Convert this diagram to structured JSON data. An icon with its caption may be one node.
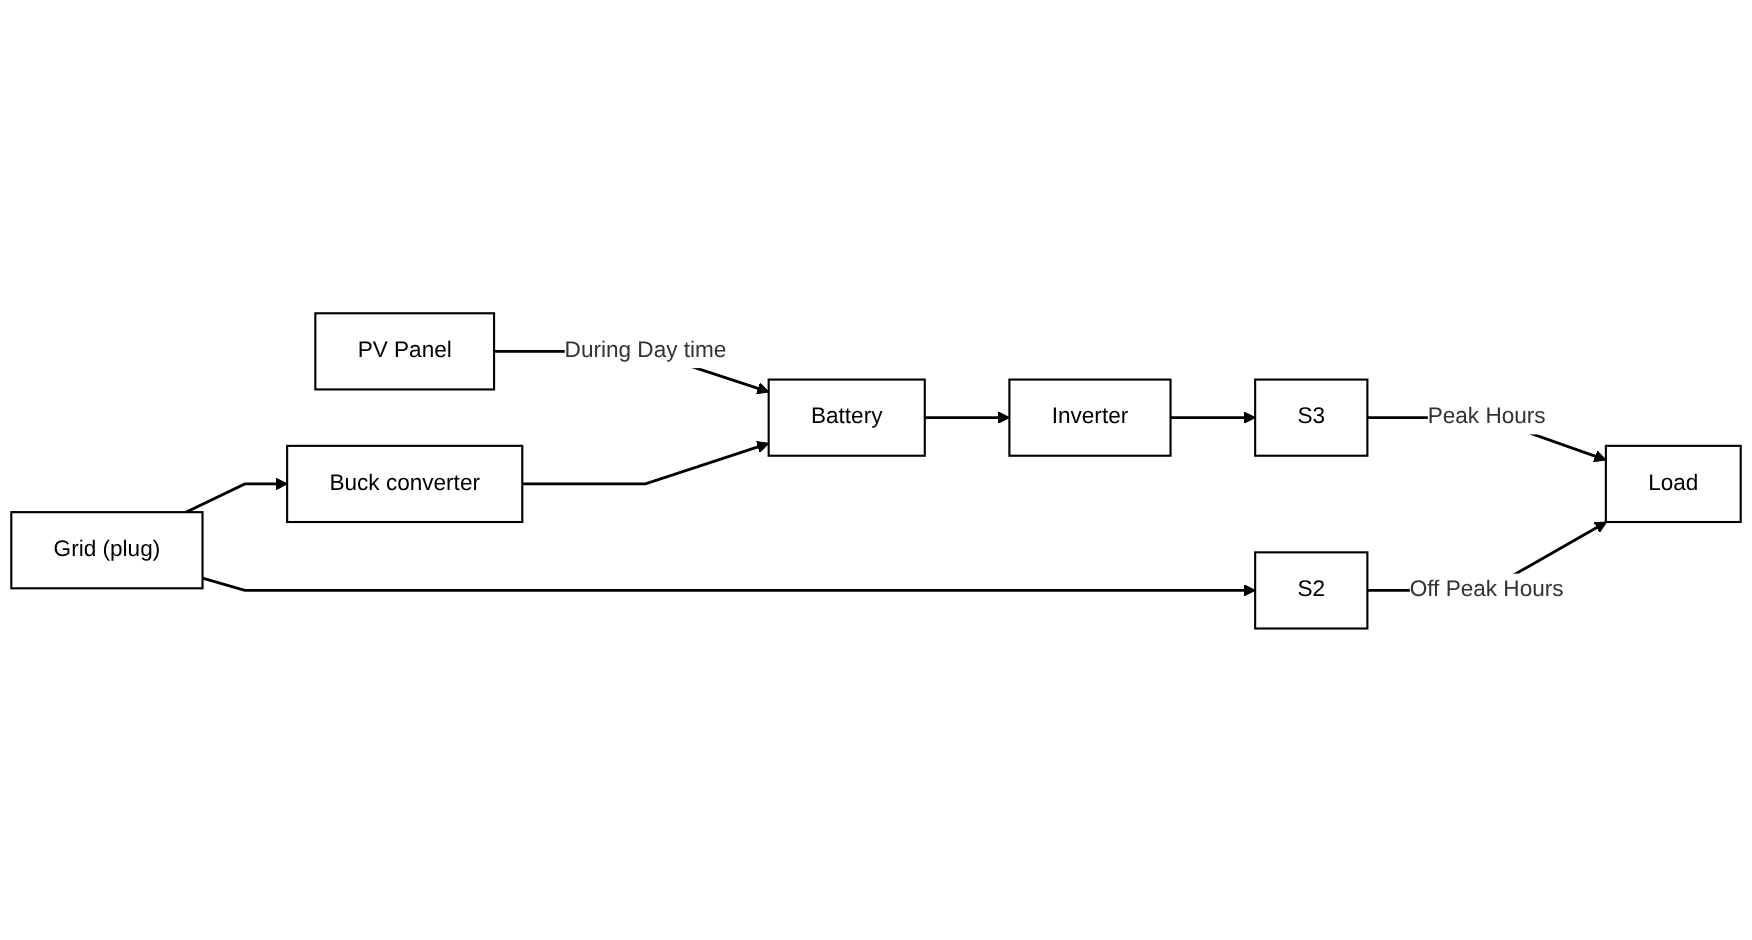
{
  "diagram": {
    "nodes": [
      {
        "text": [
          "PV Panel"
        ]
      },
      {
        "text": [
          "Battery"
        ]
      },
      {
        "text": [
          "Inverter"
        ]
      },
      {
        "text": [
          "Buck converter"
        ]
      },
      {
        "text": [
          "S3"
        ]
      },
      {
        "text": [
          "Grid (plug)"
        ]
      },
      {
        "text": [
          "S2"
        ]
      },
      {
        "text": [
          "Load"
        ]
      }
    ],
    "edges": [
      {
        "from": 0,
        "to": 1,
        "arrow": "to",
        "label": "During Day time"
      },
      {
        "from": 1,
        "to": 2,
        "arrow": "to"
      },
      {
        "from": 2,
        "to": 4,
        "arrow": "to"
      },
      {
        "from": 3,
        "to": 1,
        "arrow": "to"
      },
      {
        "from": 5,
        "to": 3,
        "arrow": "to"
      },
      {
        "from": 4,
        "to": 7,
        "arrow": "to",
        "label": "Peak Hours"
      },
      {
        "from": 5,
        "to": 6,
        "arrow": "to"
      },
      {
        "from": 6,
        "to": 7,
        "arrow": "to",
        "label": "Off Peak Hours"
      }
    ]
  }
}
